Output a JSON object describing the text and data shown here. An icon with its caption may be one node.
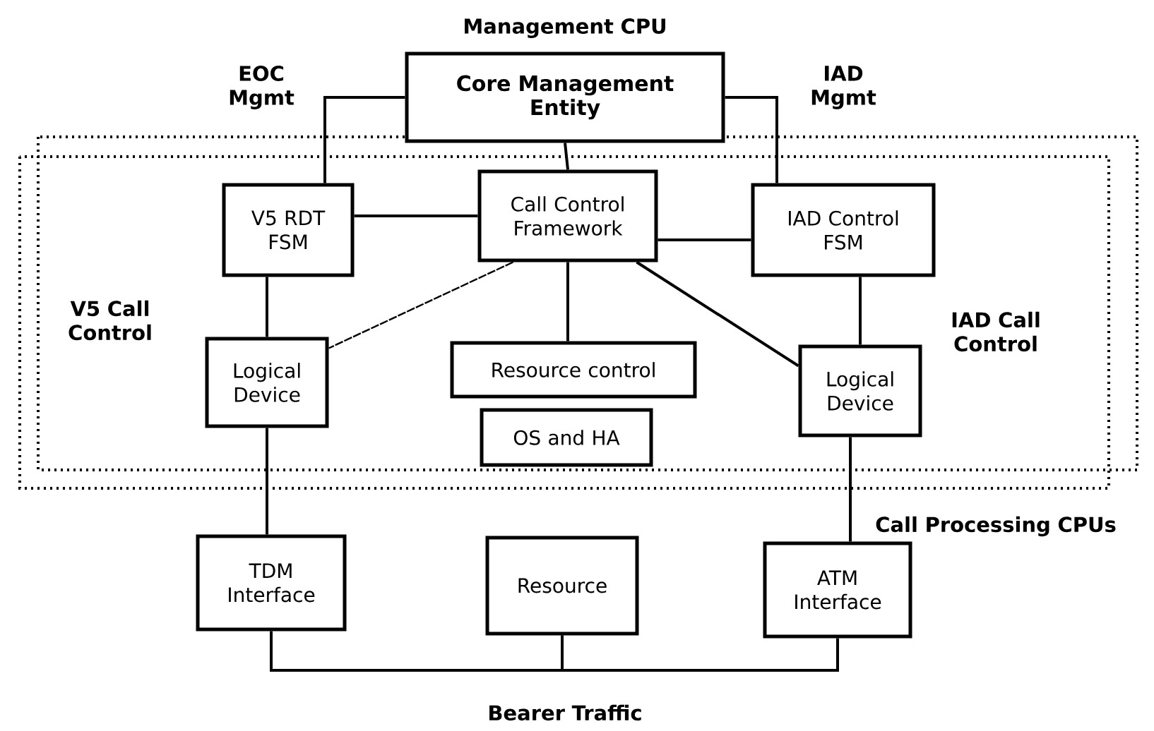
{
  "diagram": {
    "nodes": [
      {
        "text": [
          "Core Management Entity"
        ]
      },
      {
        "text": [
          "V5 RDT FSM"
        ]
      },
      {
        "text": [
          "Call Control Framework"
        ]
      },
      {
        "text": [
          "IAD Control FSM"
        ]
      },
      {
        "text": [
          "Logical Device"
        ]
      },
      {
        "text": [
          "Resource control"
        ]
      },
      {
        "text": [
          "Logical Device"
        ]
      },
      {
        "text": [
          "OS and HA"
        ]
      },
      {
        "text": [
          "TDM Interface"
        ]
      },
      {
        "text": [
          "Resource"
        ]
      },
      {
        "text": [
          "ATM Interface"
        ]
      }
    ],
    "edges": [
      {
        "from": 0,
        "to": 1,
        "arrow": "none"
      },
      {
        "from": 0,
        "to": 2,
        "arrow": "none"
      },
      {
        "from": 0,
        "to": 3,
        "arrow": "none"
      },
      {
        "from": 2,
        "to": 1,
        "arrow": "none"
      },
      {
        "from": 2,
        "to": 3,
        "arrow": "none"
      },
      {
        "from": 2,
        "to": 4,
        "arrow": "none",
        "style": "dashed"
      },
      {
        "from": 2,
        "to": 5,
        "arrow": "none"
      },
      {
        "from": 2,
        "to": 6,
        "arrow": "none"
      },
      {
        "from": 1,
        "to": 4,
        "arrow": "none"
      },
      {
        "from": 3,
        "to": 6,
        "arrow": "none"
      },
      {
        "from": 4,
        "to": 8,
        "arrow": "none"
      },
      {
        "from": 6,
        "to": 10,
        "arrow": "none"
      },
      {
        "from": 8,
        "to": 9,
        "arrow": "none"
      },
      {
        "from": 9,
        "to": 10,
        "arrow": "none"
      }
    ],
    "labels": [
      "Management CPU",
      "EOC Mgmt",
      "IAD Mgmt",
      "V5 Call Control",
      "IAD Call Control",
      "Call Processing CPUs",
      "Bearer Traffic"
    ]
  }
}
